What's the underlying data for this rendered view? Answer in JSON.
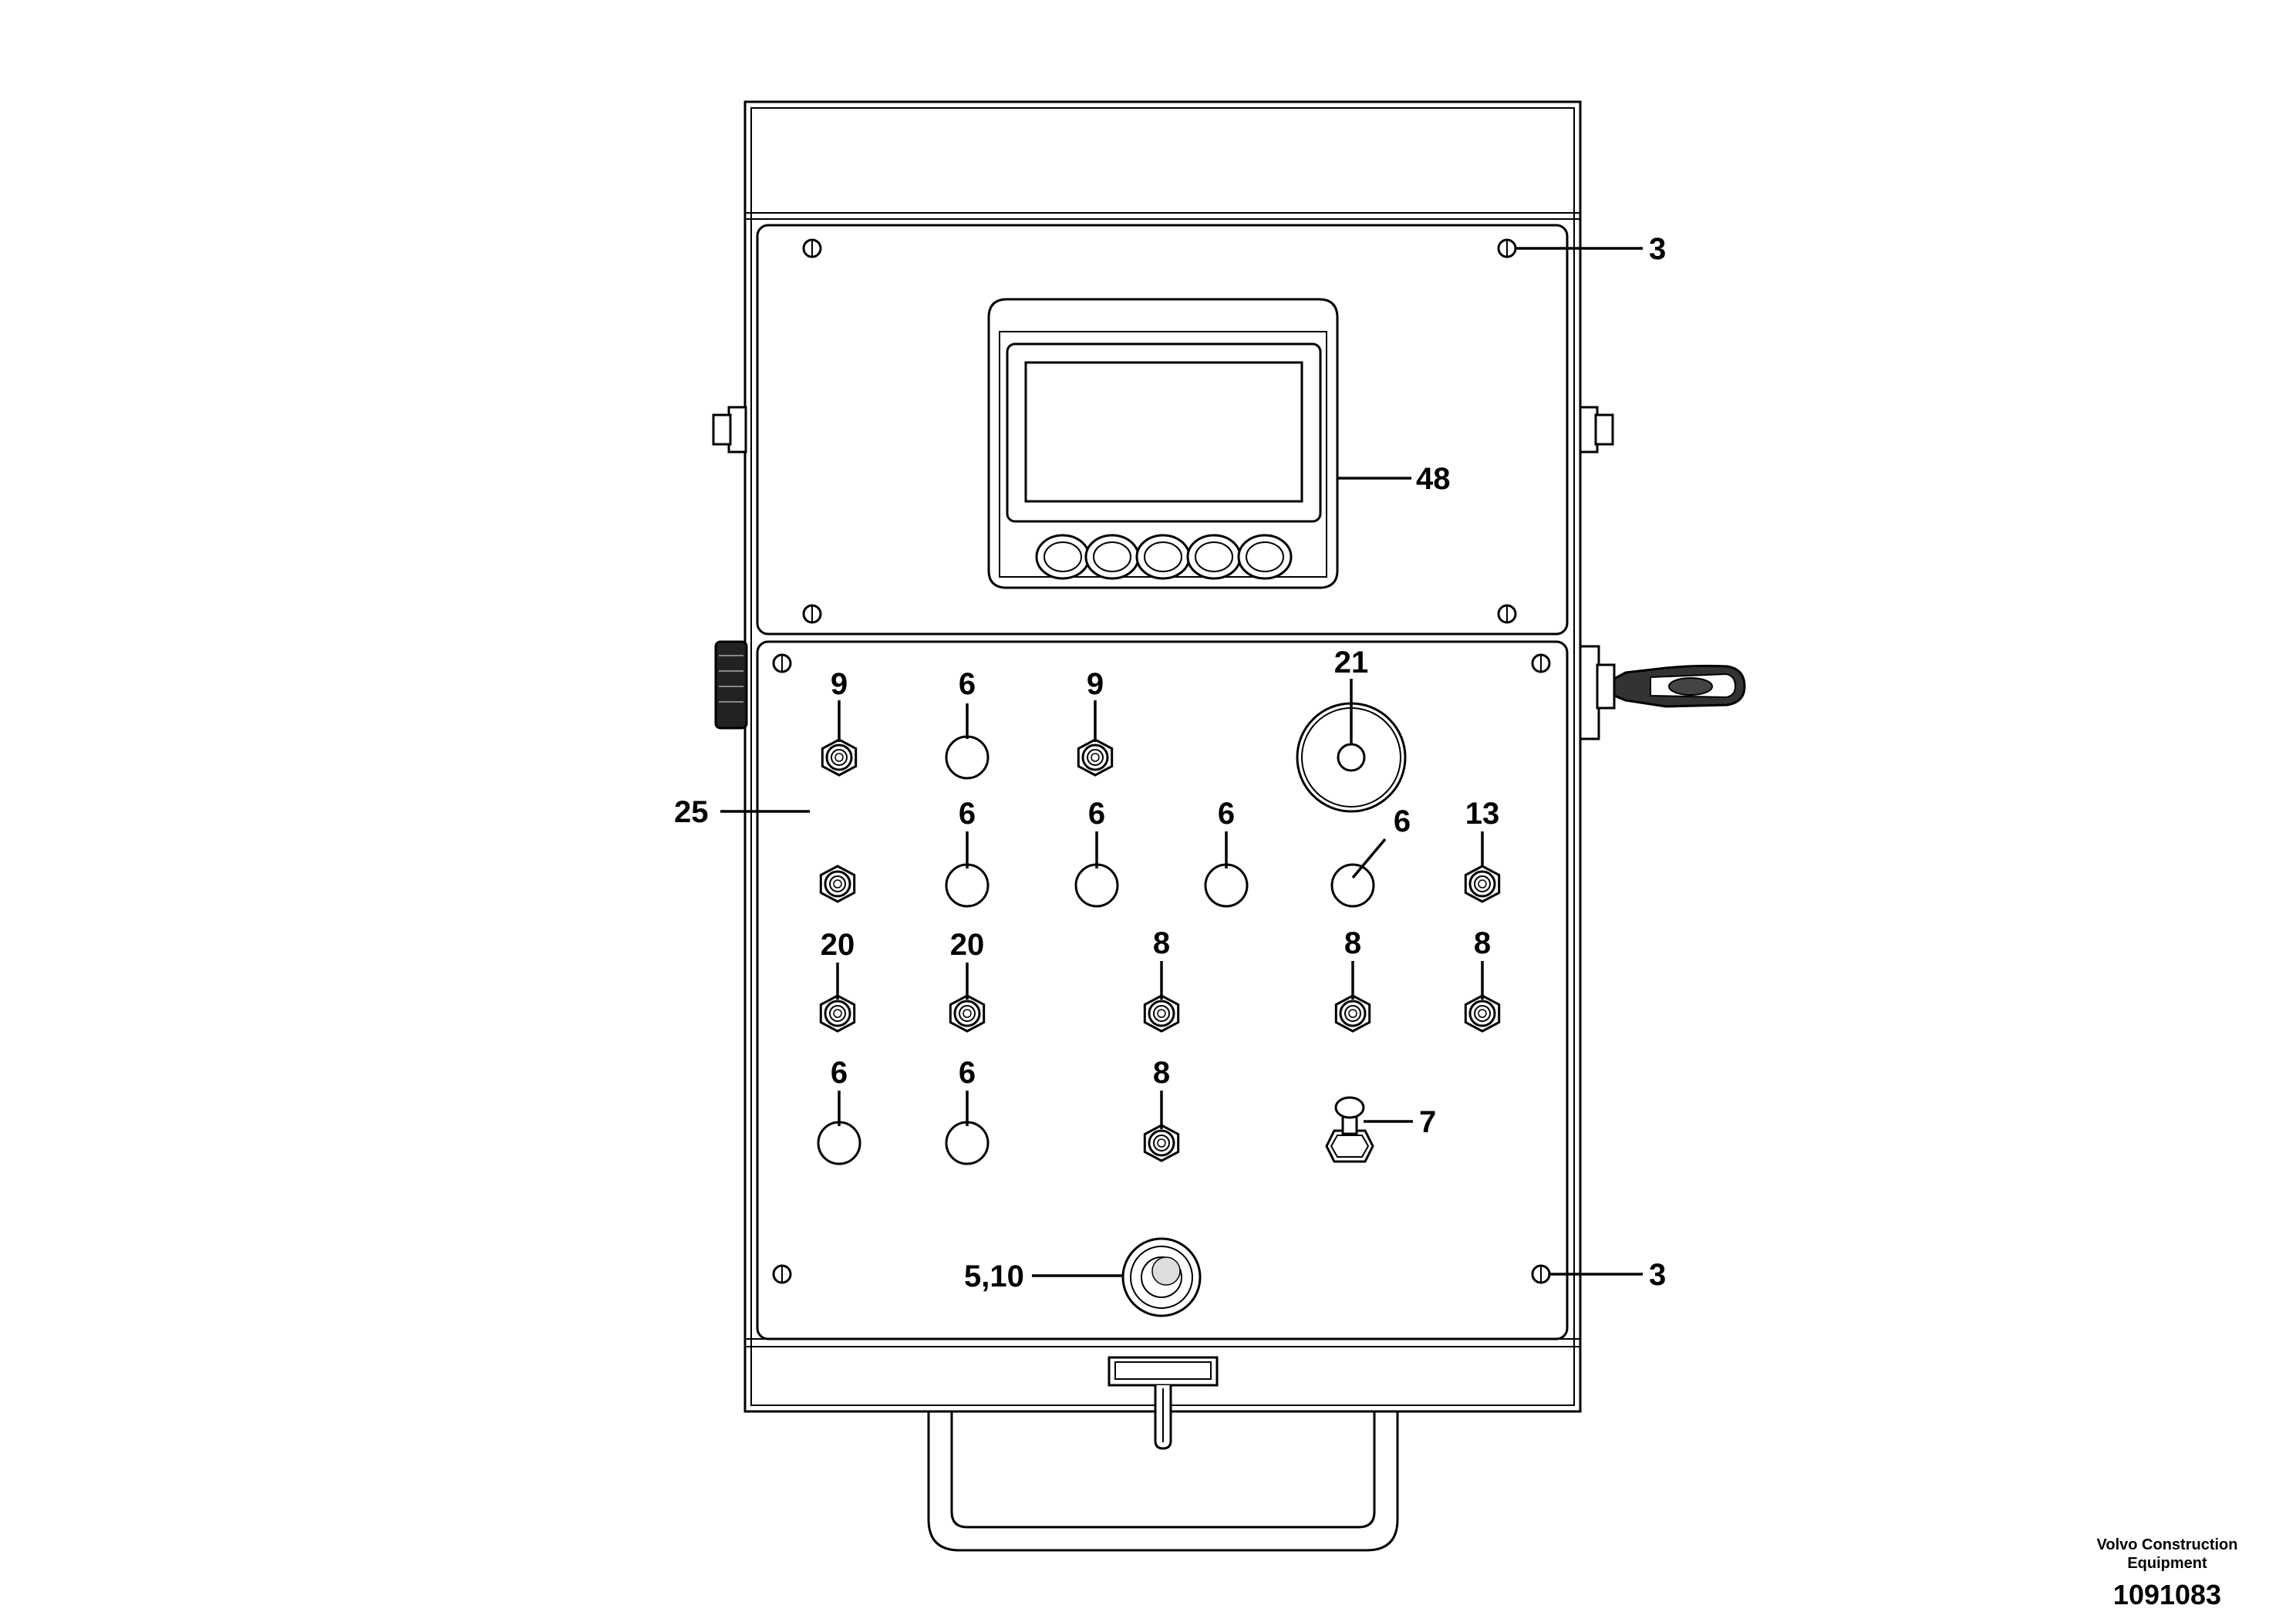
{
  "callouts": {
    "c3_top": "3",
    "c48": "48",
    "c9_a": "9",
    "c6_a": "6",
    "c9_b": "9",
    "c21": "21",
    "c25": "25",
    "c6_b": "6",
    "c6_c": "6",
    "c6_d": "6",
    "c6_e": "6",
    "c13": "13",
    "c20_a": "20",
    "c20_b": "20",
    "c8_a": "8",
    "c8_b": "8",
    "c8_c": "8",
    "c6_f": "6",
    "c6_g": "6",
    "c8_d": "8",
    "c7": "7",
    "c5_10": "5,10",
    "c3_bottom": "3"
  },
  "footer": {
    "company_line1": "Volvo Construction",
    "company_line2": "Equipment",
    "drawing_number": "1091083"
  }
}
